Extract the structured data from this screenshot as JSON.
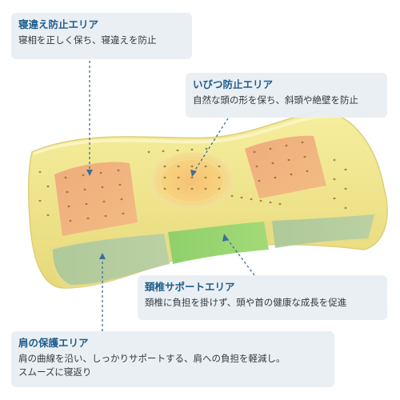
{
  "callouts": {
    "sleep_shift": {
      "title": "寝違え防止エリア",
      "desc": "寝相を正しく保ち、寝違えを防止"
    },
    "head_shape": {
      "title": "いびつ防止エリア",
      "desc": "自然な頭の形を保ち、斜頭や絶壁を防止"
    },
    "cervical": {
      "title": "頚椎サポートエリア",
      "desc": "頚椎に負担を掛けず、頭や首の健康な成長を促進"
    },
    "shoulder": {
      "title": "肩の保護エリア",
      "desc_line1": "肩の曲線を沿い、しっかりサポートする、肩への負担を軽減し。",
      "desc_line2": "スムーズに寝返り"
    }
  },
  "colors": {
    "pillow": "#f2e79a",
    "pillow_edge": "#d9cc73",
    "side_zone": "#f1b07c",
    "center_zone": "#f3c277",
    "neck_zone": "#8fd36b",
    "shoulder_zone": "#a8c9a4",
    "title": "#1e5d8c",
    "arrow": "#3c6e98"
  }
}
